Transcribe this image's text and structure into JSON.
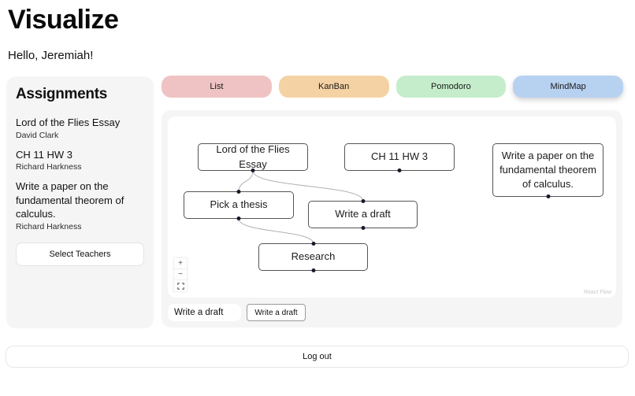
{
  "header": {
    "title": "Visualize",
    "greeting": "Hello, Jeremiah!"
  },
  "sidebar": {
    "title": "Assignments",
    "assignments": [
      {
        "title": "Lord of the Flies Essay",
        "teacher": "David Clark"
      },
      {
        "title": "CH 11 HW 3",
        "teacher": "Richard Harkness"
      },
      {
        "title": "Write a paper on the fundamental theorem of calculus.",
        "teacher": "Richard Harkness"
      }
    ],
    "select_teachers_label": "Select Teachers"
  },
  "tabs": [
    {
      "label": "List",
      "color": "#efc3c3",
      "active": false
    },
    {
      "label": "KanBan",
      "color": "#f5d2a4",
      "active": false
    },
    {
      "label": "Pomodoro",
      "color": "#c5edcb",
      "active": false
    },
    {
      "label": "MindMap",
      "color": "#b7d1f1",
      "active": true
    }
  ],
  "mindmap": {
    "nodes": [
      {
        "id": "lord",
        "label": "Lord of the Flies Essay"
      },
      {
        "id": "ch",
        "label": "CH 11 HW 3"
      },
      {
        "id": "paper",
        "label": "Write a paper on the fundamental theorem of calculus."
      },
      {
        "id": "pick",
        "label": "Pick a thesis"
      },
      {
        "id": "draft",
        "label": "Write a draft"
      },
      {
        "id": "research",
        "label": "Research"
      }
    ],
    "edges": [
      {
        "from": "lord",
        "to": "pick"
      },
      {
        "from": "lord",
        "to": "draft"
      },
      {
        "from": "pick",
        "to": "research"
      }
    ],
    "edge_color": "#b1b1b7",
    "controls": {
      "zoom_in": "+",
      "zoom_out": "−"
    },
    "attribution": "React Flow"
  },
  "node_form": {
    "input_value": "Write a draft",
    "add_button_label": "Write a draft"
  },
  "footer": {
    "logout_label": "Log out"
  }
}
